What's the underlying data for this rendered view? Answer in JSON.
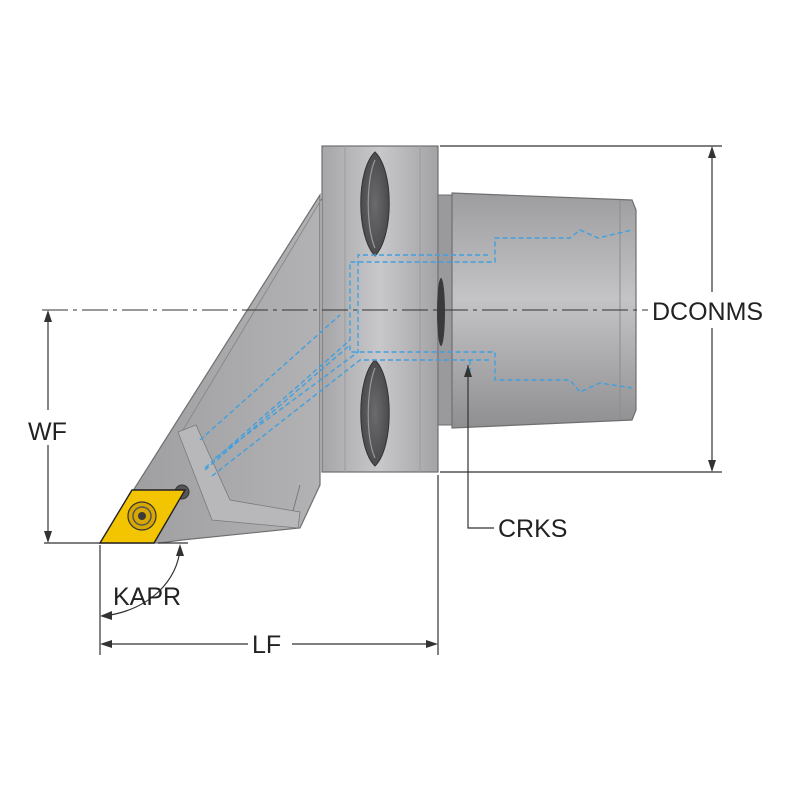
{
  "labels": {
    "dconms": "DCONMS",
    "wf": "WF",
    "crks": "CRKS",
    "kapr": "KAPR",
    "lf": "LF"
  },
  "colors": {
    "body_fill": "#a9a9ab",
    "body_dark": "#8e8e90",
    "flange_fill": "#b9b9bb",
    "insert_yellow": "#f3c400",
    "coolant_lines": "#3fa0e0",
    "dimension_lines": "#333333"
  }
}
